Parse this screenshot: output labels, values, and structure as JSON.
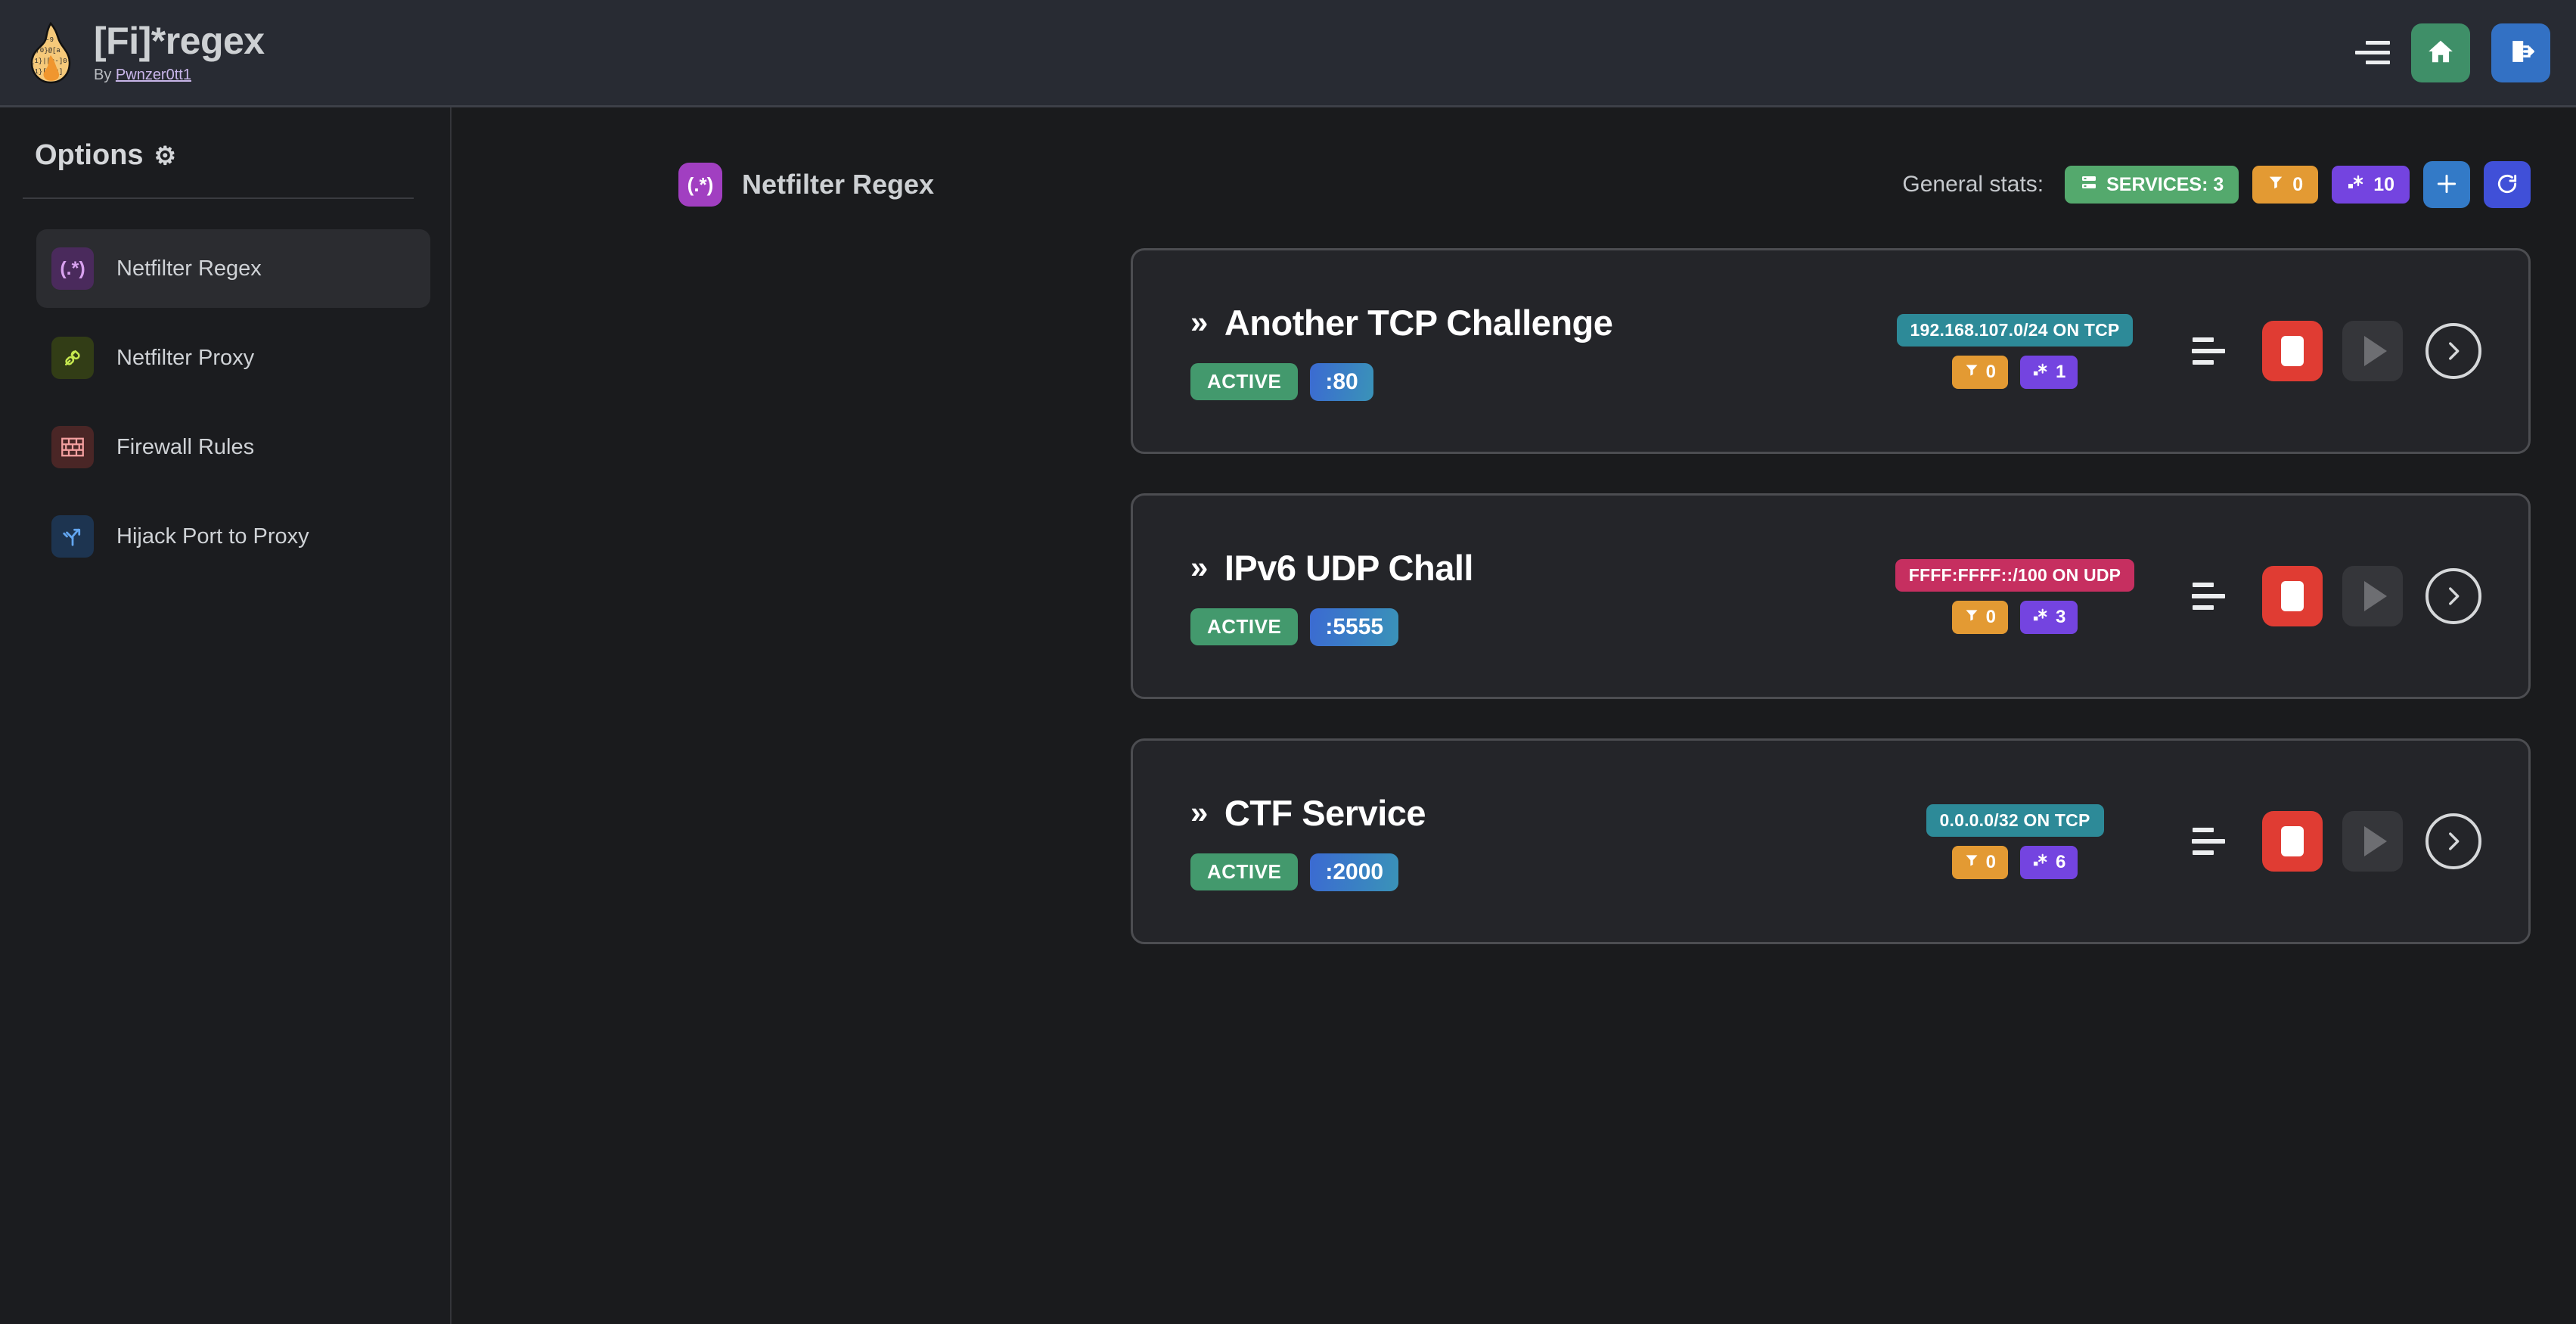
{
  "header": {
    "logo_icon": "flame-regex-logo",
    "title": "[Fi]*regex",
    "by_prefix": "By ",
    "author": "Pwnzer0tt1",
    "menu_icon": "hamburger-icon",
    "home_icon": "home-icon",
    "logout_icon": "logout-icon"
  },
  "sidebar": {
    "title": "Options",
    "gear_icon": "gear-icon",
    "items": [
      {
        "label": "Netfilter Regex",
        "icon": "regex-icon",
        "glyph": "(.*)",
        "active": true
      },
      {
        "label": "Netfilter Proxy",
        "icon": "plug-icon",
        "glyph": "✀",
        "active": false
      },
      {
        "label": "Firewall Rules",
        "icon": "brick-wall-icon",
        "glyph": "▦",
        "active": false
      },
      {
        "label": "Hijack Port to Proxy",
        "icon": "branch-icon",
        "glyph": "⎇",
        "active": false
      }
    ]
  },
  "main": {
    "page_icon": "regex-icon",
    "page_icon_glyph": "(.*)",
    "page_title": "Netfilter Regex",
    "stats_label": "General stats:",
    "stats": [
      {
        "name": "services",
        "icon": "server-icon",
        "label": "SERVICES: 3"
      },
      {
        "name": "filters",
        "icon": "filter-icon",
        "label": "0"
      },
      {
        "name": "regexes",
        "icon": "regex-dot-star-icon",
        "label": "10"
      }
    ],
    "add_button": {
      "icon": "plus-icon",
      "label": "+"
    },
    "refresh_button": {
      "icon": "refresh-icon"
    },
    "colors": {
      "services": "#54a96d",
      "filters": "#e39a33",
      "regexes": "#7444e0",
      "add": "#337ac7",
      "refresh": "#4050d8",
      "active": "#43996d",
      "tcp": "#2d8a98",
      "udp": "#c62f60",
      "stop": "#e03c33"
    },
    "services": [
      {
        "chevron": "»",
        "name": "Another TCP Challenge",
        "status": "ACTIVE",
        "port": ":80",
        "network": "192.168.107.0/24 ON TCP",
        "proto": "tcp",
        "filter_count": "0",
        "regex_count": "1",
        "menu_icon": "settings-lines-icon",
        "stop_icon": "stop-icon",
        "play_icon": "play-icon",
        "details_icon": "chevron-right-circle-icon"
      },
      {
        "chevron": "»",
        "name": "IPv6 UDP Chall",
        "status": "ACTIVE",
        "port": ":5555",
        "network": "FFFF:FFFF::/100 ON UDP",
        "proto": "udp",
        "filter_count": "0",
        "regex_count": "3",
        "menu_icon": "settings-lines-icon",
        "stop_icon": "stop-icon",
        "play_icon": "play-icon",
        "details_icon": "chevron-right-circle-icon"
      },
      {
        "chevron": "»",
        "name": "CTF Service",
        "status": "ACTIVE",
        "port": ":2000",
        "network": "0.0.0.0/32 ON TCP",
        "proto": "tcp",
        "filter_count": "0",
        "regex_count": "6",
        "menu_icon": "settings-lines-icon",
        "stop_icon": "stop-icon",
        "play_icon": "play-icon",
        "details_icon": "chevron-right-circle-icon"
      }
    ]
  }
}
